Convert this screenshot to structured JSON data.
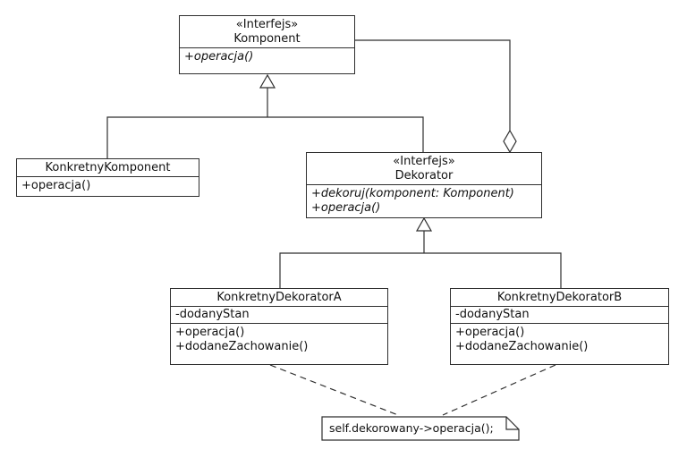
{
  "classes": {
    "komponent": {
      "stereotype": "«Interfejs»",
      "name": "Komponent",
      "operations": [
        "+operacja()"
      ]
    },
    "konkretnyKomponent": {
      "name": "KonkretnyKomponent",
      "operations": [
        "+operacja()"
      ]
    },
    "dekorator": {
      "stereotype": "«Interfejs»",
      "name": "Dekorator",
      "operations": [
        "+dekoruj(komponent: Komponent)",
        "+operacja()"
      ]
    },
    "konkretnyDekoratorA": {
      "name": "KonkretnyDekoratorA",
      "attributes": [
        "-dodanyStan"
      ],
      "operations": [
        "+operacja()",
        "+dodaneZachowanie()"
      ]
    },
    "konkretnyDekoratorB": {
      "name": "KonkretnyDekoratorB",
      "attributes": [
        "-dodanyStan"
      ],
      "operations": [
        "+operacja()",
        "+dodaneZachowanie()"
      ]
    }
  },
  "note": {
    "text": "self.dekorowany->operacja();"
  },
  "relationships": [
    {
      "type": "generalization",
      "from": "KonkretnyKomponent",
      "to": "Komponent"
    },
    {
      "type": "generalization",
      "from": "Dekorator",
      "to": "Komponent"
    },
    {
      "type": "aggregation",
      "whole": "Dekorator",
      "part": "Komponent"
    },
    {
      "type": "generalization",
      "from": "KonkretnyDekoratorA",
      "to": "Dekorator"
    },
    {
      "type": "generalization",
      "from": "KonkretnyDekoratorB",
      "to": "Dekorator"
    },
    {
      "type": "note-anchor",
      "from": "KonkretnyDekoratorA",
      "to": "note"
    },
    {
      "type": "note-anchor",
      "from": "KonkretnyDekoratorB",
      "to": "note"
    }
  ],
  "colors": {
    "line": "#2e2e2e",
    "text": "#111111",
    "background": "#ffffff",
    "box_fill": "#ffffff"
  }
}
